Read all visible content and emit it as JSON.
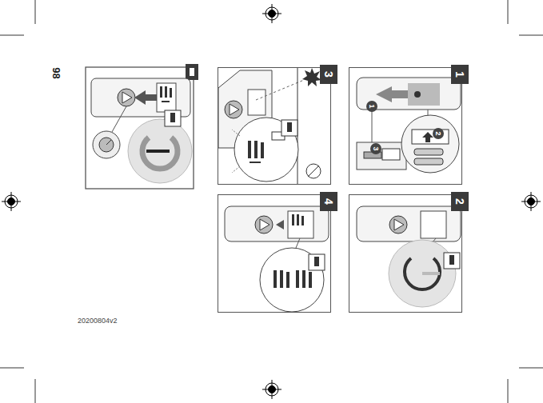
{
  "diagram": {
    "nodes": [
      {
        "text": [
          "1"
        ]
      },
      {
        "text": [
          "2"
        ]
      },
      {
        "text": [
          "3"
        ]
      },
      {
        "text": [
          "4"
        ]
      }
    ],
    "labels": [
      "98",
      "1",
      "2",
      "3",
      "20200804v2"
    ]
  }
}
